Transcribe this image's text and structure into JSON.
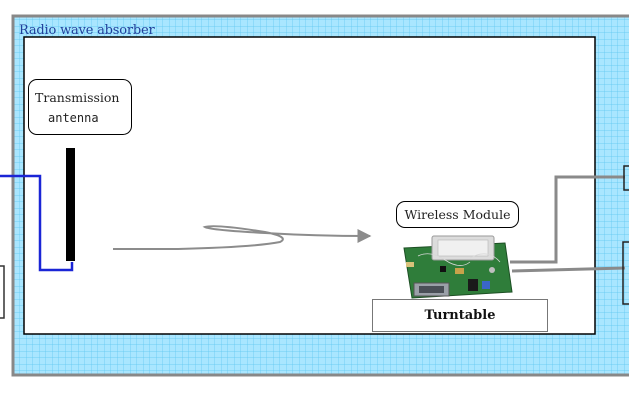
{
  "colors": {
    "absorber_fill": "#a9e6ff",
    "absorber_grid": "#5cc6f0",
    "frame": "#888888",
    "cable_blue": "#1a25d6",
    "cable_gray": "#8a8a8a",
    "antenna": "#000000",
    "wave_arrow": "#8c8c8c",
    "pcb": "#2f7d3a"
  },
  "diagram": {
    "absorber_label": "Radio wave absorber",
    "transmission_antenna": {
      "line1": "Transmission",
      "line2": "antenna"
    },
    "wireless_module": "Wireless Module",
    "turntable": "Turntable"
  },
  "icons": [
    "wireless-module-board-icon",
    "wave-arrow-icon"
  ]
}
